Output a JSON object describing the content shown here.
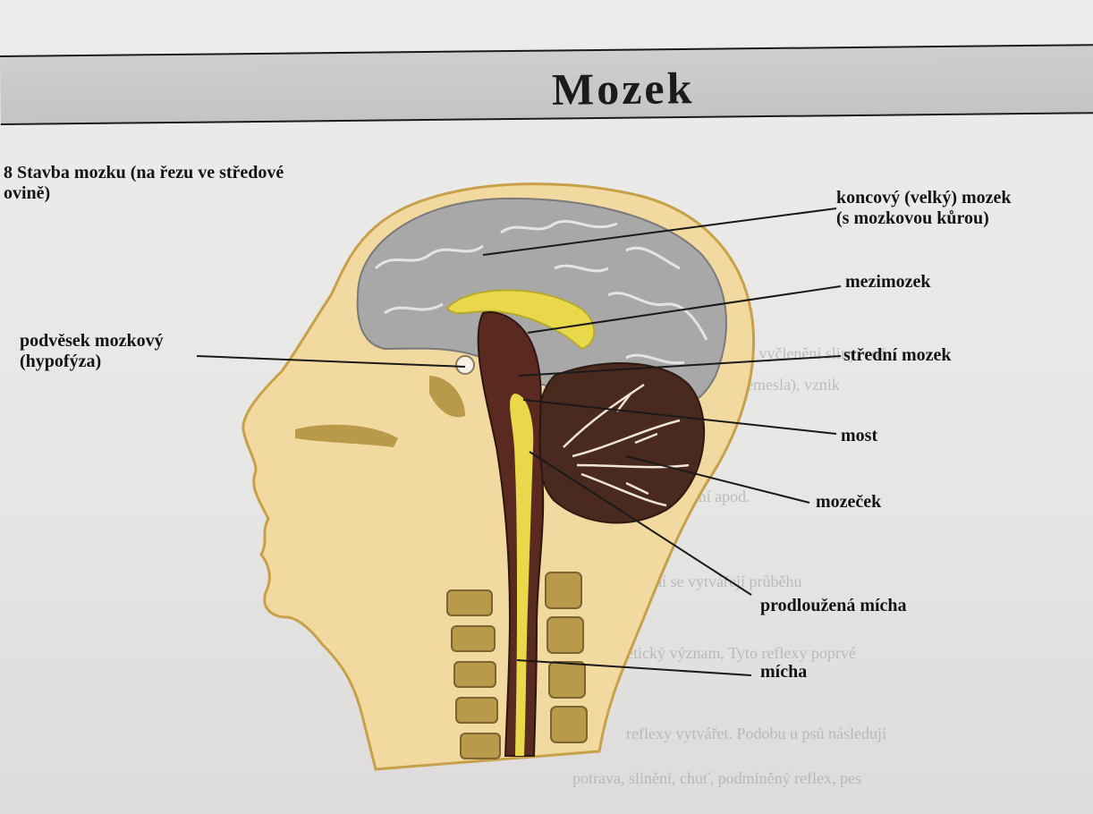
{
  "page": {
    "title": "Mozek",
    "caption_line1": "8 Stavba mozku (na řezu ve středové",
    "caption_line2": "ovině)"
  },
  "labels": {
    "koncovy_1": "koncový (velký) mozek",
    "koncovy_2": "(s mozkovou kůrou)",
    "mezimozek": "mezimozek",
    "podvesek_1": "podvěsek mozkový",
    "podvesek_2": "(hypofýza)",
    "stredni": "střední mozek",
    "most": "most",
    "mozecek": "mozeček",
    "prodlouzena": "prodloužená mícha",
    "micha": "mícha"
  },
  "colors": {
    "skin": "#f2d9a0",
    "skin_edge": "#c9a04a",
    "cortex": "#a8a8a8",
    "dark_brain": "#4a2a1e",
    "yellow": "#e8d84a",
    "bone": "#b89a4a"
  }
}
